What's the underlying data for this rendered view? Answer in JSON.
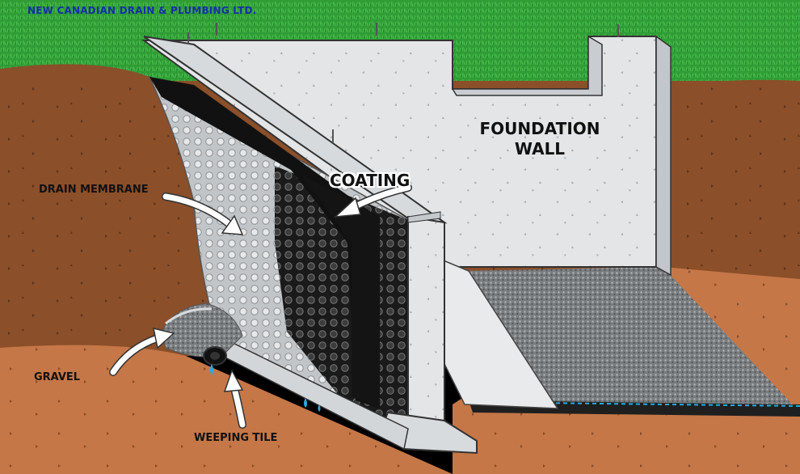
{
  "company_name": "NEW CANADIAN DRAIN & PLUMBING LTD.",
  "labels": {
    "foundation_line1": "FOUNDATION",
    "foundation_line2": "WALL",
    "coating": "COATING",
    "drain_membrane": "DRAIN MEMBRANE",
    "gravel": "GRAVEL",
    "weeping_tile": "WEEPING TILE"
  },
  "colors": {
    "grass": "#2e9a34",
    "soil_dark": "#8a4f28",
    "soil_light": "#c9794a",
    "concrete": "#e4e6e8",
    "coating": "#141414",
    "membrane": "#b9bdc0",
    "gravel": "#7c7f82",
    "water": "#29a9e0",
    "company_text": "#1430a8"
  }
}
